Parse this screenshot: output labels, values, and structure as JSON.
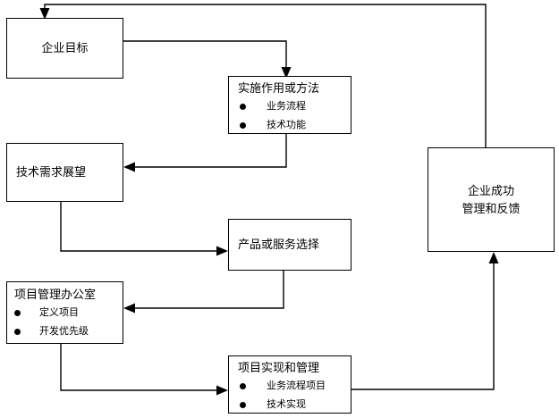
{
  "diagram": {
    "title": "",
    "stroke_color": "#000000",
    "fill_color": "#ffffff",
    "nodes": [
      {
        "id": "enterprise-goal",
        "title": "企业目标",
        "bullets": []
      },
      {
        "id": "implementation-role-or-method",
        "title": "实施作用或方法",
        "bullets": [
          "业务流程",
          "技术功能"
        ]
      },
      {
        "id": "technology-demand-outlook",
        "title": "技术需求展望",
        "bullets": []
      },
      {
        "id": "product-or-service-selection",
        "title": "产品或服务选择",
        "bullets": []
      },
      {
        "id": "project-management-office",
        "title": "项目管理办公室",
        "bullets": [
          "定义项目",
          "开发优先级"
        ]
      },
      {
        "id": "project-implementation-and-management",
        "title": "项目实现和管理",
        "bullets": [
          "业务流程项目",
          "技术实现"
        ]
      },
      {
        "id": "enterprise-success",
        "title_line1": "企业成功",
        "title_line2": "管理和反馈",
        "bullets": []
      }
    ],
    "edges": [
      {
        "id": "goal-to-implementation",
        "from": "enterprise-goal",
        "to": "implementation-role-or-method"
      },
      {
        "id": "implementation-to-demand",
        "from": "implementation-role-or-method",
        "to": "technology-demand-outlook"
      },
      {
        "id": "demand-to-product",
        "from": "technology-demand-outlook",
        "to": "product-or-service-selection"
      },
      {
        "id": "product-to-pmo",
        "from": "product-or-service-selection",
        "to": "project-management-office"
      },
      {
        "id": "pmo-to-project",
        "from": "project-management-office",
        "to": "project-implementation-and-management"
      },
      {
        "id": "project-to-success",
        "from": "project-implementation-and-management",
        "to": "enterprise-success"
      },
      {
        "id": "success-to-goal",
        "from": "enterprise-success",
        "to": "enterprise-goal"
      }
    ]
  }
}
